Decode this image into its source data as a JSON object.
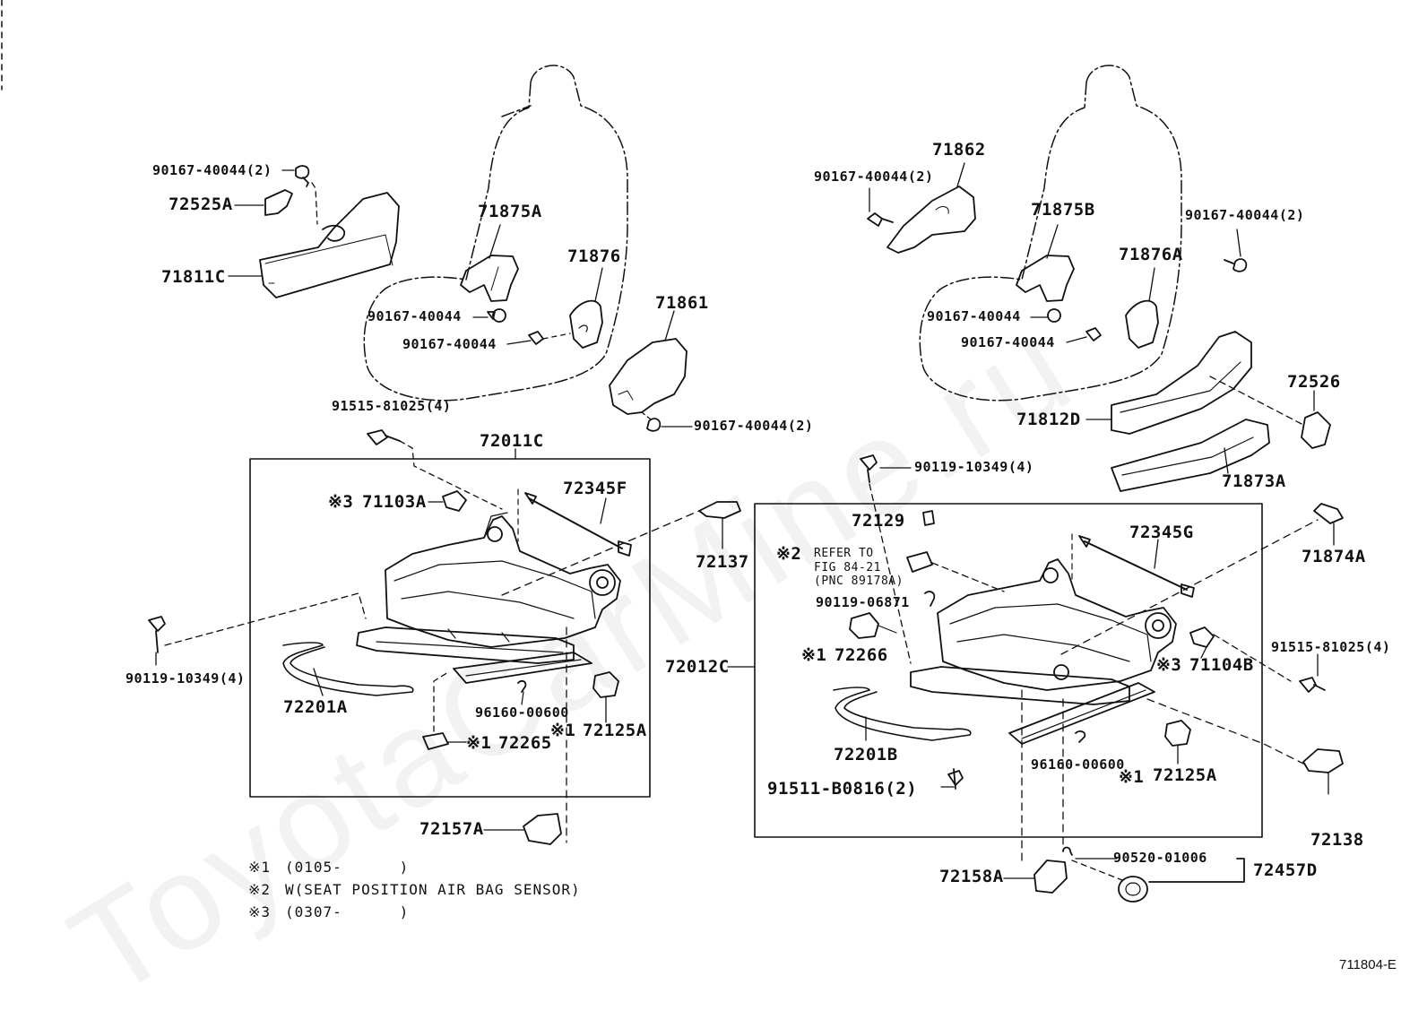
{
  "watermark": "ToyotaCarMine.ru",
  "figure_id": "711804-E",
  "left_assembly": {
    "frame_label": "72011C",
    "parts": {
      "bolt_top": "90167-40044(2)",
      "cover_small": "72525A",
      "shield": "71811C",
      "hinge_cover": "71875A",
      "hinge_cover_2": "71876",
      "screw_a": "90167-40044",
      "screw_b": "90167-40044",
      "outer_cover": "71861",
      "outer_cover_screw": "90167-40044(2)",
      "frame_bolt": "91515-81025(4)",
      "sensor_mark": "※3",
      "sensor": "71103A",
      "rod": "72345F",
      "cap": "72137",
      "bolt_side": "90119-10349(4)",
      "wire": "72201A",
      "clip": "96160-00600",
      "bracket": "72125A",
      "bracket_mark": "※1",
      "switch_mark": "※1",
      "switch": "72265",
      "end_cover": "72157A"
    }
  },
  "right_assembly": {
    "frame_label": "72012C",
    "parts": {
      "shield_top": "71862",
      "bolt_top": "90167-40044(2)",
      "hinge_cover": "71875B",
      "side_bolt": "90167-40044(2)",
      "hinge_cover_2": "71876A",
      "screw_a": "90167-40044",
      "screw_b": "90167-40044",
      "knob": "72526",
      "shield": "71812D",
      "shield_lower": "71873A",
      "frame_bolt": "90119-10349(4)",
      "clip_top": "72129",
      "note_mark": "※2",
      "refer_line1": "REFER TO",
      "refer_line2": "FIG 84-21",
      "refer_line3": "(PNC 89178A)",
      "screw_c": "90119-06871",
      "switch_mark": "※1",
      "switch": "72266",
      "rod": "72345G",
      "cap": "71874A",
      "bolt_side": "91515-81025(4)",
      "sensor_mark": "※3",
      "sensor": "71104B",
      "wire": "72201B",
      "clip": "96160-00600",
      "bracket_mark": "※1",
      "bracket": "72125A",
      "bolt_bottom": "91511-B0816(2)",
      "end_cap": "72138",
      "end_cover": "72158A",
      "pin": "90520-01006",
      "set": "72457D"
    }
  },
  "notes": [
    {
      "mark": "※1",
      "text": "(0105-      )"
    },
    {
      "mark": "※2",
      "text": "W(SEAT POSITION AIR BAG SENSOR)"
    },
    {
      "mark": "※3",
      "text": "(0307-      )"
    }
  ]
}
